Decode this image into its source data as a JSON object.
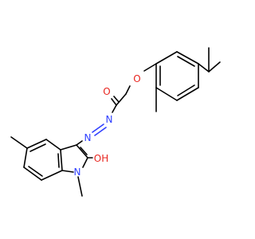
{
  "molecule": {
    "atom_labels": {
      "ether_o": "O",
      "carbonyl_o": "O",
      "azo_n1": "N",
      "azo_n2": "N",
      "ring_n": "N",
      "hydroxyl": "OH"
    }
  },
  "colors": {
    "bond": "#000000",
    "oxygen": "#e8251f",
    "nitrogen": "#3040ff",
    "background": "#ffffff"
  }
}
